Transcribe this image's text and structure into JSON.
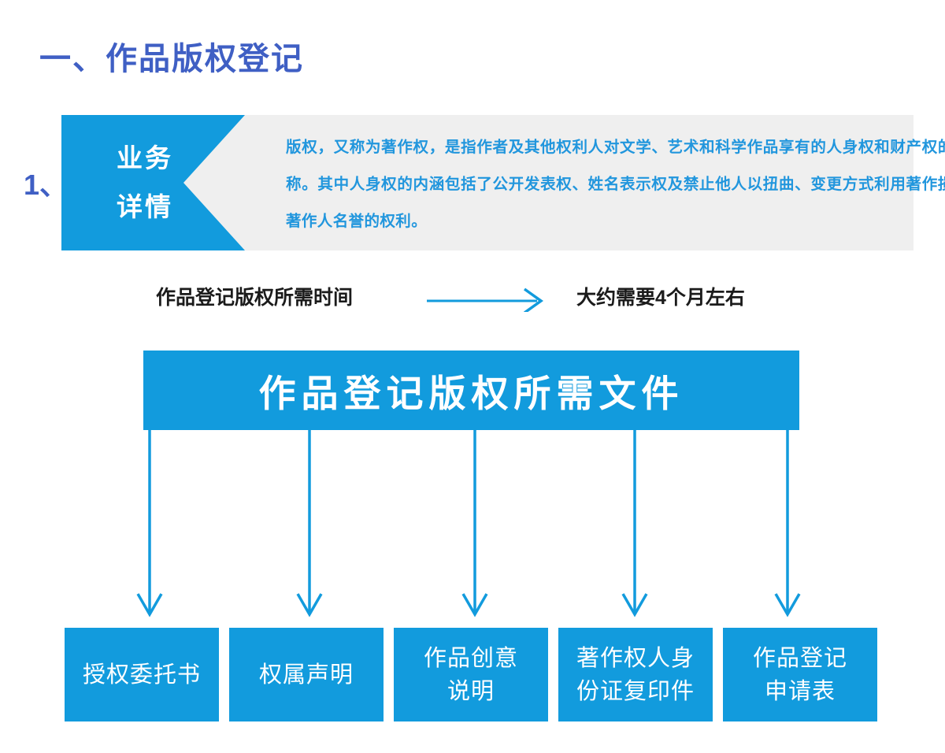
{
  "colors": {
    "brand_blue": "#129bdd",
    "text_blue": "#2196dd",
    "title_indigo": "#3f5fc4",
    "panel_gray": "#efefef",
    "white": "#ffffff",
    "dark_text": "#1b1b1b"
  },
  "section": {
    "title": "一、作品版权登记"
  },
  "detail": {
    "index": "1、",
    "label": "业务\n详情",
    "paragraph": "版权，又称为著作权，是指作者及其他权利人对文学、艺术和科学作品享有的人身权和财产权的总称。其中人身权的内涵包括了公开发表权、姓名表示权及禁止他人以扭曲、变更方式利用著作损害著作人名誉的权利。"
  },
  "duration": {
    "left_label": "作品登记版权所需时间",
    "arrow_icon": "right-arrow-icon",
    "right_label": "大约需要4个月左右"
  },
  "documents": {
    "header_title": "作品登记版权所需文件",
    "connector_icon": "down-arrow-icon",
    "items": [
      {
        "label": "授权委托书"
      },
      {
        "label": "权属声明"
      },
      {
        "label": "作品创意\n说明"
      },
      {
        "label": "著作权人身\n份证复印件"
      },
      {
        "label": "作品登记\n申请表"
      }
    ]
  }
}
